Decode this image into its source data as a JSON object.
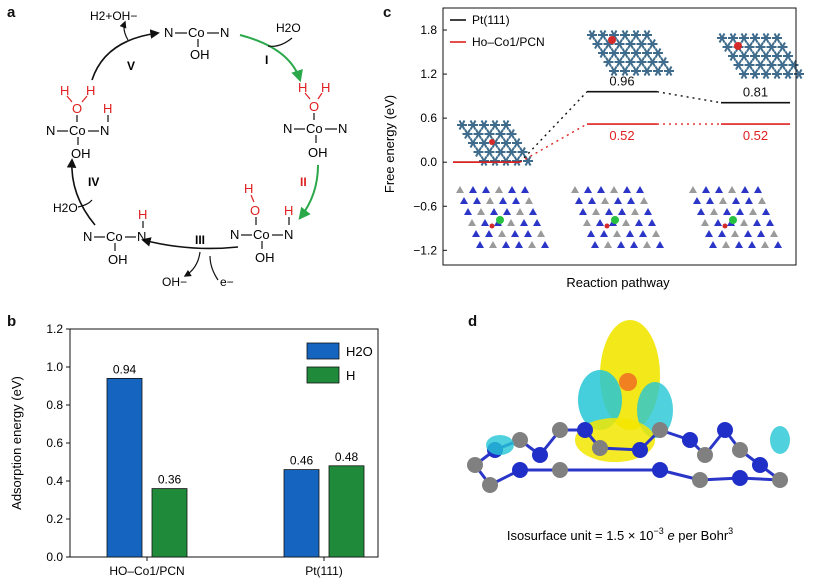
{
  "panel_labels": {
    "a": "a",
    "b": "b",
    "c": "c",
    "d": "d"
  },
  "cycle": {
    "step_labels": [
      "I",
      "II",
      "III",
      "IV",
      "V"
    ],
    "top_species": {
      "left": "N",
      "metal": "Co",
      "right": "N",
      "ligand": "OH"
    },
    "h2o_in_I": "H2O",
    "products_V": "H2+OH−",
    "right_species": {
      "h_left": "H",
      "h_right": "H",
      "o": "O",
      "left": "N",
      "metal": "Co",
      "right": "N",
      "ligand": "OH"
    },
    "lower_right_species": {
      "h_o": "H",
      "o": "O",
      "h_n": "H",
      "left": "N",
      "metal": "Co",
      "right": "N",
      "ligand": "OH"
    },
    "bottom_species": {
      "h": "H",
      "left": "N",
      "metal": "Co",
      "right": "N",
      "ligand": "OH"
    },
    "left_species": {
      "h_left": "H",
      "h_right": "H",
      "o": "O",
      "h_n": "H",
      "left": "N",
      "metal": "Co",
      "right": "N",
      "ligand": "OH"
    },
    "h2o_in_IV": "H2O",
    "oh_out_III": "OH−",
    "e_in_III": "e−",
    "colors": {
      "black_arrow": "#111111",
      "green_arrow": "#2aa84a",
      "red_atoms": "#e02020"
    }
  },
  "chart_data": [
    {
      "panel": "b",
      "type": "bar",
      "categories": [
        "HO–Co1/PCN",
        "Pt(111)"
      ],
      "series": [
        {
          "name": "H2O",
          "values": [
            0.94,
            0.46
          ],
          "color": "#1565c0"
        },
        {
          "name": "H",
          "values": [
            0.36,
            0.48
          ],
          "color": "#1f8a3a"
        }
      ],
      "data_labels": [
        [
          "0.94",
          "0.46"
        ],
        [
          "0.36",
          "0.48"
        ]
      ],
      "xlabel": "",
      "ylabel": "Adsorption energy (eV)",
      "ylim": [
        0,
        1.2
      ],
      "yticks": [
        "0.0",
        "0.2",
        "0.4",
        "0.6",
        "0.8",
        "1.0",
        "1.2"
      ],
      "legend": "top-right"
    },
    {
      "panel": "c",
      "type": "line",
      "x_states": 3,
      "series": [
        {
          "name": "Pt(111)",
          "values": [
            0.0,
            0.96,
            0.81
          ],
          "color": "#111111"
        },
        {
          "name": "Ho–Co1/PCN",
          "values": [
            0.0,
            0.52,
            0.52
          ],
          "color": "#e02020"
        }
      ],
      "data_labels": {
        "Pt(111)": [
          "0.96",
          "0.81"
        ],
        "Ho–Co1/PCN": [
          "0.52",
          "0.52"
        ]
      },
      "xlabel": "Reaction pathway",
      "ylabel": "Free energy (eV)",
      "ylim": [
        -1.4,
        2.1
      ],
      "yticks": [
        "−1.2",
        "−0.6",
        "0.0",
        "0.6",
        "1.2",
        "1.8"
      ],
      "legend": "top-left"
    }
  ],
  "panel_d": {
    "caption_prefix": "Isosurface unit = 1.5 × 10",
    "caption_exp": "−3",
    "caption_unit": "e",
    "caption_suffix": " per Bohr",
    "caption_sup": "3",
    "colors": {
      "yellow": "#f2e600",
      "cyan": "#24c6d6",
      "blue": "#1f2fc8",
      "grey": "#808080",
      "orange": "#f08020"
    }
  }
}
